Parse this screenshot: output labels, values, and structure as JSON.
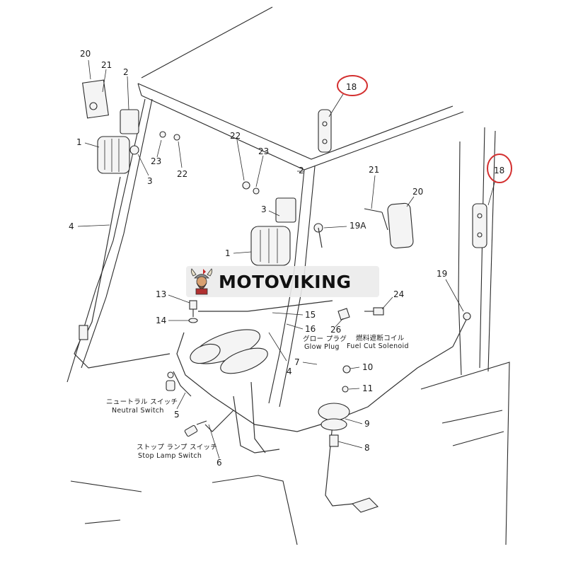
{
  "callouts": {
    "c20a": "20",
    "c21a": "21",
    "c2a": "2",
    "c1a": "1",
    "c23a": "23",
    "c22a": "22",
    "c3a": "3",
    "c4a": "4",
    "c18a": "18",
    "c22b": "22",
    "c23b": "23",
    "c2b": "2",
    "c21b": "21",
    "c20b": "20",
    "c18b": "18",
    "c3b": "3",
    "c19a": "19A",
    "c1b": "1",
    "c13": "13",
    "c14": "14",
    "c15": "15",
    "c16": "16",
    "c26": "26",
    "c24": "24",
    "c19": "19",
    "c4b": "4",
    "c7": "7",
    "c10": "10",
    "c11": "11",
    "c5": "5",
    "c9": "9",
    "c8": "8",
    "c6": "6"
  },
  "captions": {
    "glow_plug_jp": "グロー プラグ",
    "glow_plug": "Glow Plug",
    "fuel_cut_jp": "燃料遮断コイル",
    "fuel_cut": "Fuel Cut Solenoid",
    "neutral_jp": "ニュートラル スイッチ",
    "neutral": "Neutral Switch",
    "stop_jp": "ストップ ランプ スイッチ",
    "stop": "Stop Lamp Switch"
  },
  "watermark": {
    "text": "MOTOVIKING"
  },
  "highlight_color": "#d32f2f"
}
